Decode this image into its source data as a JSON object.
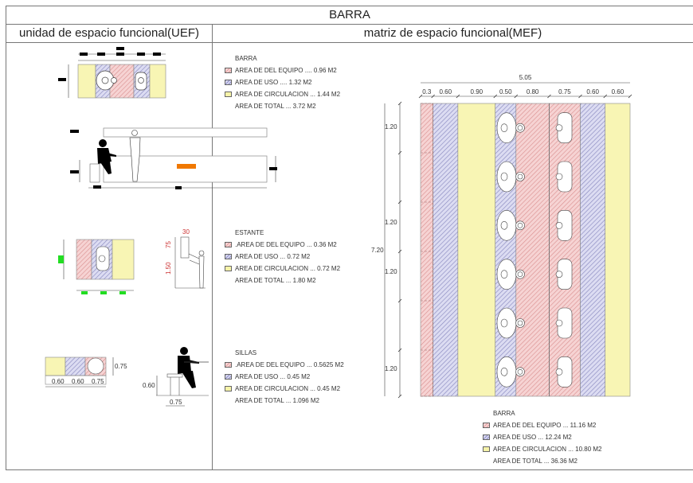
{
  "header": {
    "title": "BARRA",
    "left_section": "unidad de espacio funcional(UEF)",
    "right_section": "matriz de espacio funcional(MEF)"
  },
  "colors": {
    "equipo": "#f3c9c9",
    "uso": "#d2d2ee",
    "circulacion": "#f8f5b4",
    "accent_orange": "#f07800",
    "accent_green": "#22dd22"
  },
  "uef": {
    "barra_legend": {
      "title": "BARRA",
      "equipo": "AREA DE DEL EQUIPO .... 0.96 M2",
      "uso": "AREA DE USO .... 1.32 M2",
      "circulacion": "AREA DE CIRCULACION ... 1.44 M2",
      "total": "AREA DE TOTAL ... 3.72 M2"
    },
    "estante_legend": {
      "title": "ESTANTE",
      "equipo": ".AREA DE DEL EQUIPO ... 0.36 M2",
      "uso": "AREA DE USO ... 0.72 M2",
      "circulacion": "AREA DE CIRCULACION ... 0.72 M2",
      "total": "AREA DE TOTAL ... 1.80 M2"
    },
    "estante_dims": {
      "depth": "30",
      "upper": "75",
      "lower": "1.50"
    },
    "sillas_legend": {
      "title": "SILLAS",
      "equipo": ".AREA DE DEL EQUIPO ... 0.5625 M2",
      "uso": "AREA DE USO ... 0.45 M2",
      "circulacion": "AREA DE CIRCULACION ... 0.45 M2",
      "total": "AREA DE TOTAL ... 1.096 M2"
    },
    "sillas_dims": {
      "plan": [
        "0.60",
        "0.60",
        "0.75"
      ],
      "plan_height": "0.75",
      "seat_height": "0.60",
      "seat_width": "0.75"
    }
  },
  "mef": {
    "total_width": "5.05",
    "total_height": "7.20",
    "columns": [
      {
        "label": "0.3",
        "type": "equipo"
      },
      {
        "label": "0.60",
        "type": "uso"
      },
      {
        "label": "0.90",
        "type": "circulacion"
      },
      {
        "label": "0.50",
        "type": "uso"
      },
      {
        "label": "0.80",
        "type": "equipo"
      },
      {
        "label": "0.75",
        "type": "equipo"
      },
      {
        "label": "0.60",
        "type": "uso"
      },
      {
        "label": "0.60",
        "type": "circulacion"
      }
    ],
    "row_labels": [
      "1.20",
      "1.20",
      "1.20",
      "1.20"
    ],
    "modules": 6,
    "legend": {
      "title": "BARRA",
      "equipo": "AREA DE DEL EQUIPO ... 11.16 M2",
      "uso": "AREA DE USO ... 12.24 M2",
      "circulacion": "AREA DE CIRCULACION ... 10.80 M2",
      "total": "AREA DE TOTAL ... 36.36 M2"
    }
  }
}
